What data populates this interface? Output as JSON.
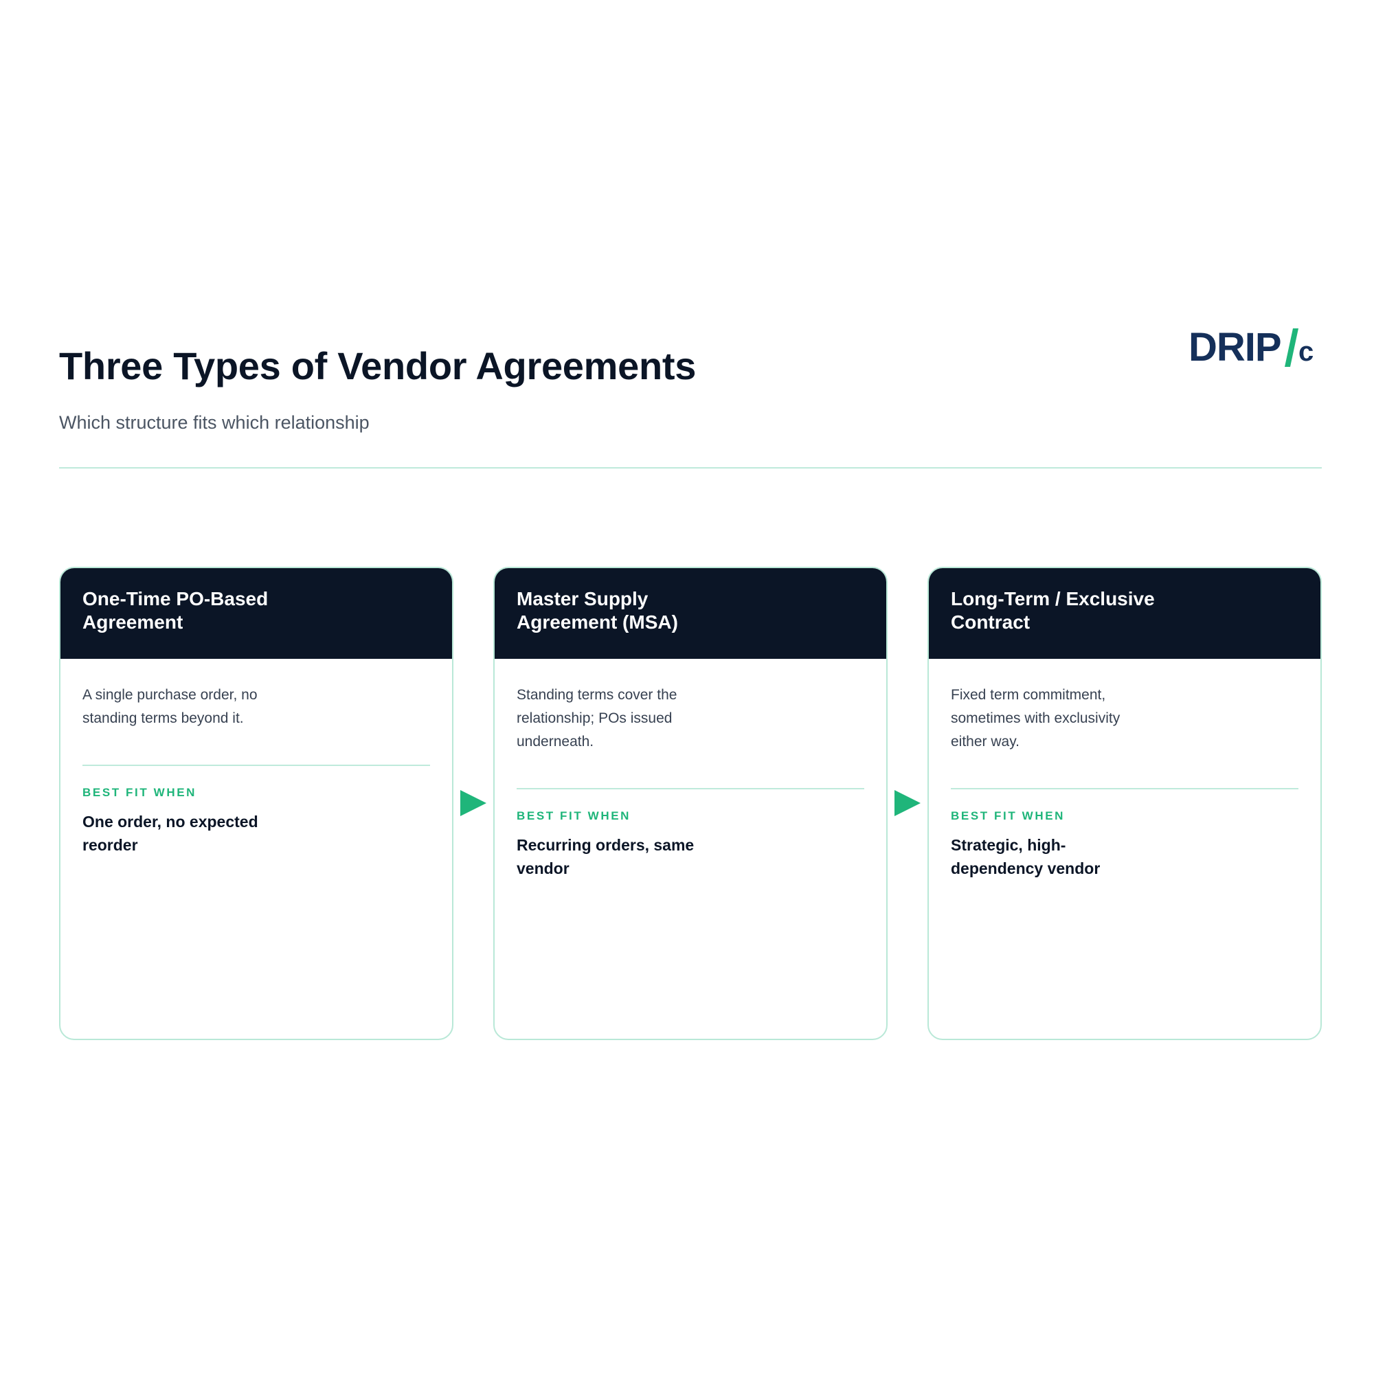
{
  "header": {
    "title": "Three Types of Vendor Agreements",
    "subtitle": "Which structure fits which relationship"
  },
  "logo": {
    "text": "DRIP/c",
    "colors": {
      "letters": "#15305a",
      "slash": "#1fb57a"
    }
  },
  "colors": {
    "header_bg": "#0b1526",
    "accent": "#1fb57a",
    "border": "#b9e8d7"
  },
  "cards": [
    {
      "title": "One-Time PO-Based Agreement",
      "description": "A single purchase order, no standing terms beyond it.",
      "fit_label": "BEST FIT WHEN",
      "fit_text": "One order, no expected reorder"
    },
    {
      "title": "Master Supply Agreement (MSA)",
      "description": "Standing terms cover the relationship; POs issued underneath.",
      "fit_label": "BEST FIT WHEN",
      "fit_text": "Recurring orders, same vendor"
    },
    {
      "title": "Long-Term / Exclusive Contract",
      "description": "Fixed term commitment, sometimes with exclusivity either way.",
      "fit_label": "BEST FIT WHEN",
      "fit_text": "Strategic, high-dependency vendor"
    }
  ],
  "connectors": [
    {
      "icon": "arrow-right-icon"
    },
    {
      "icon": "arrow-right-icon"
    }
  ]
}
